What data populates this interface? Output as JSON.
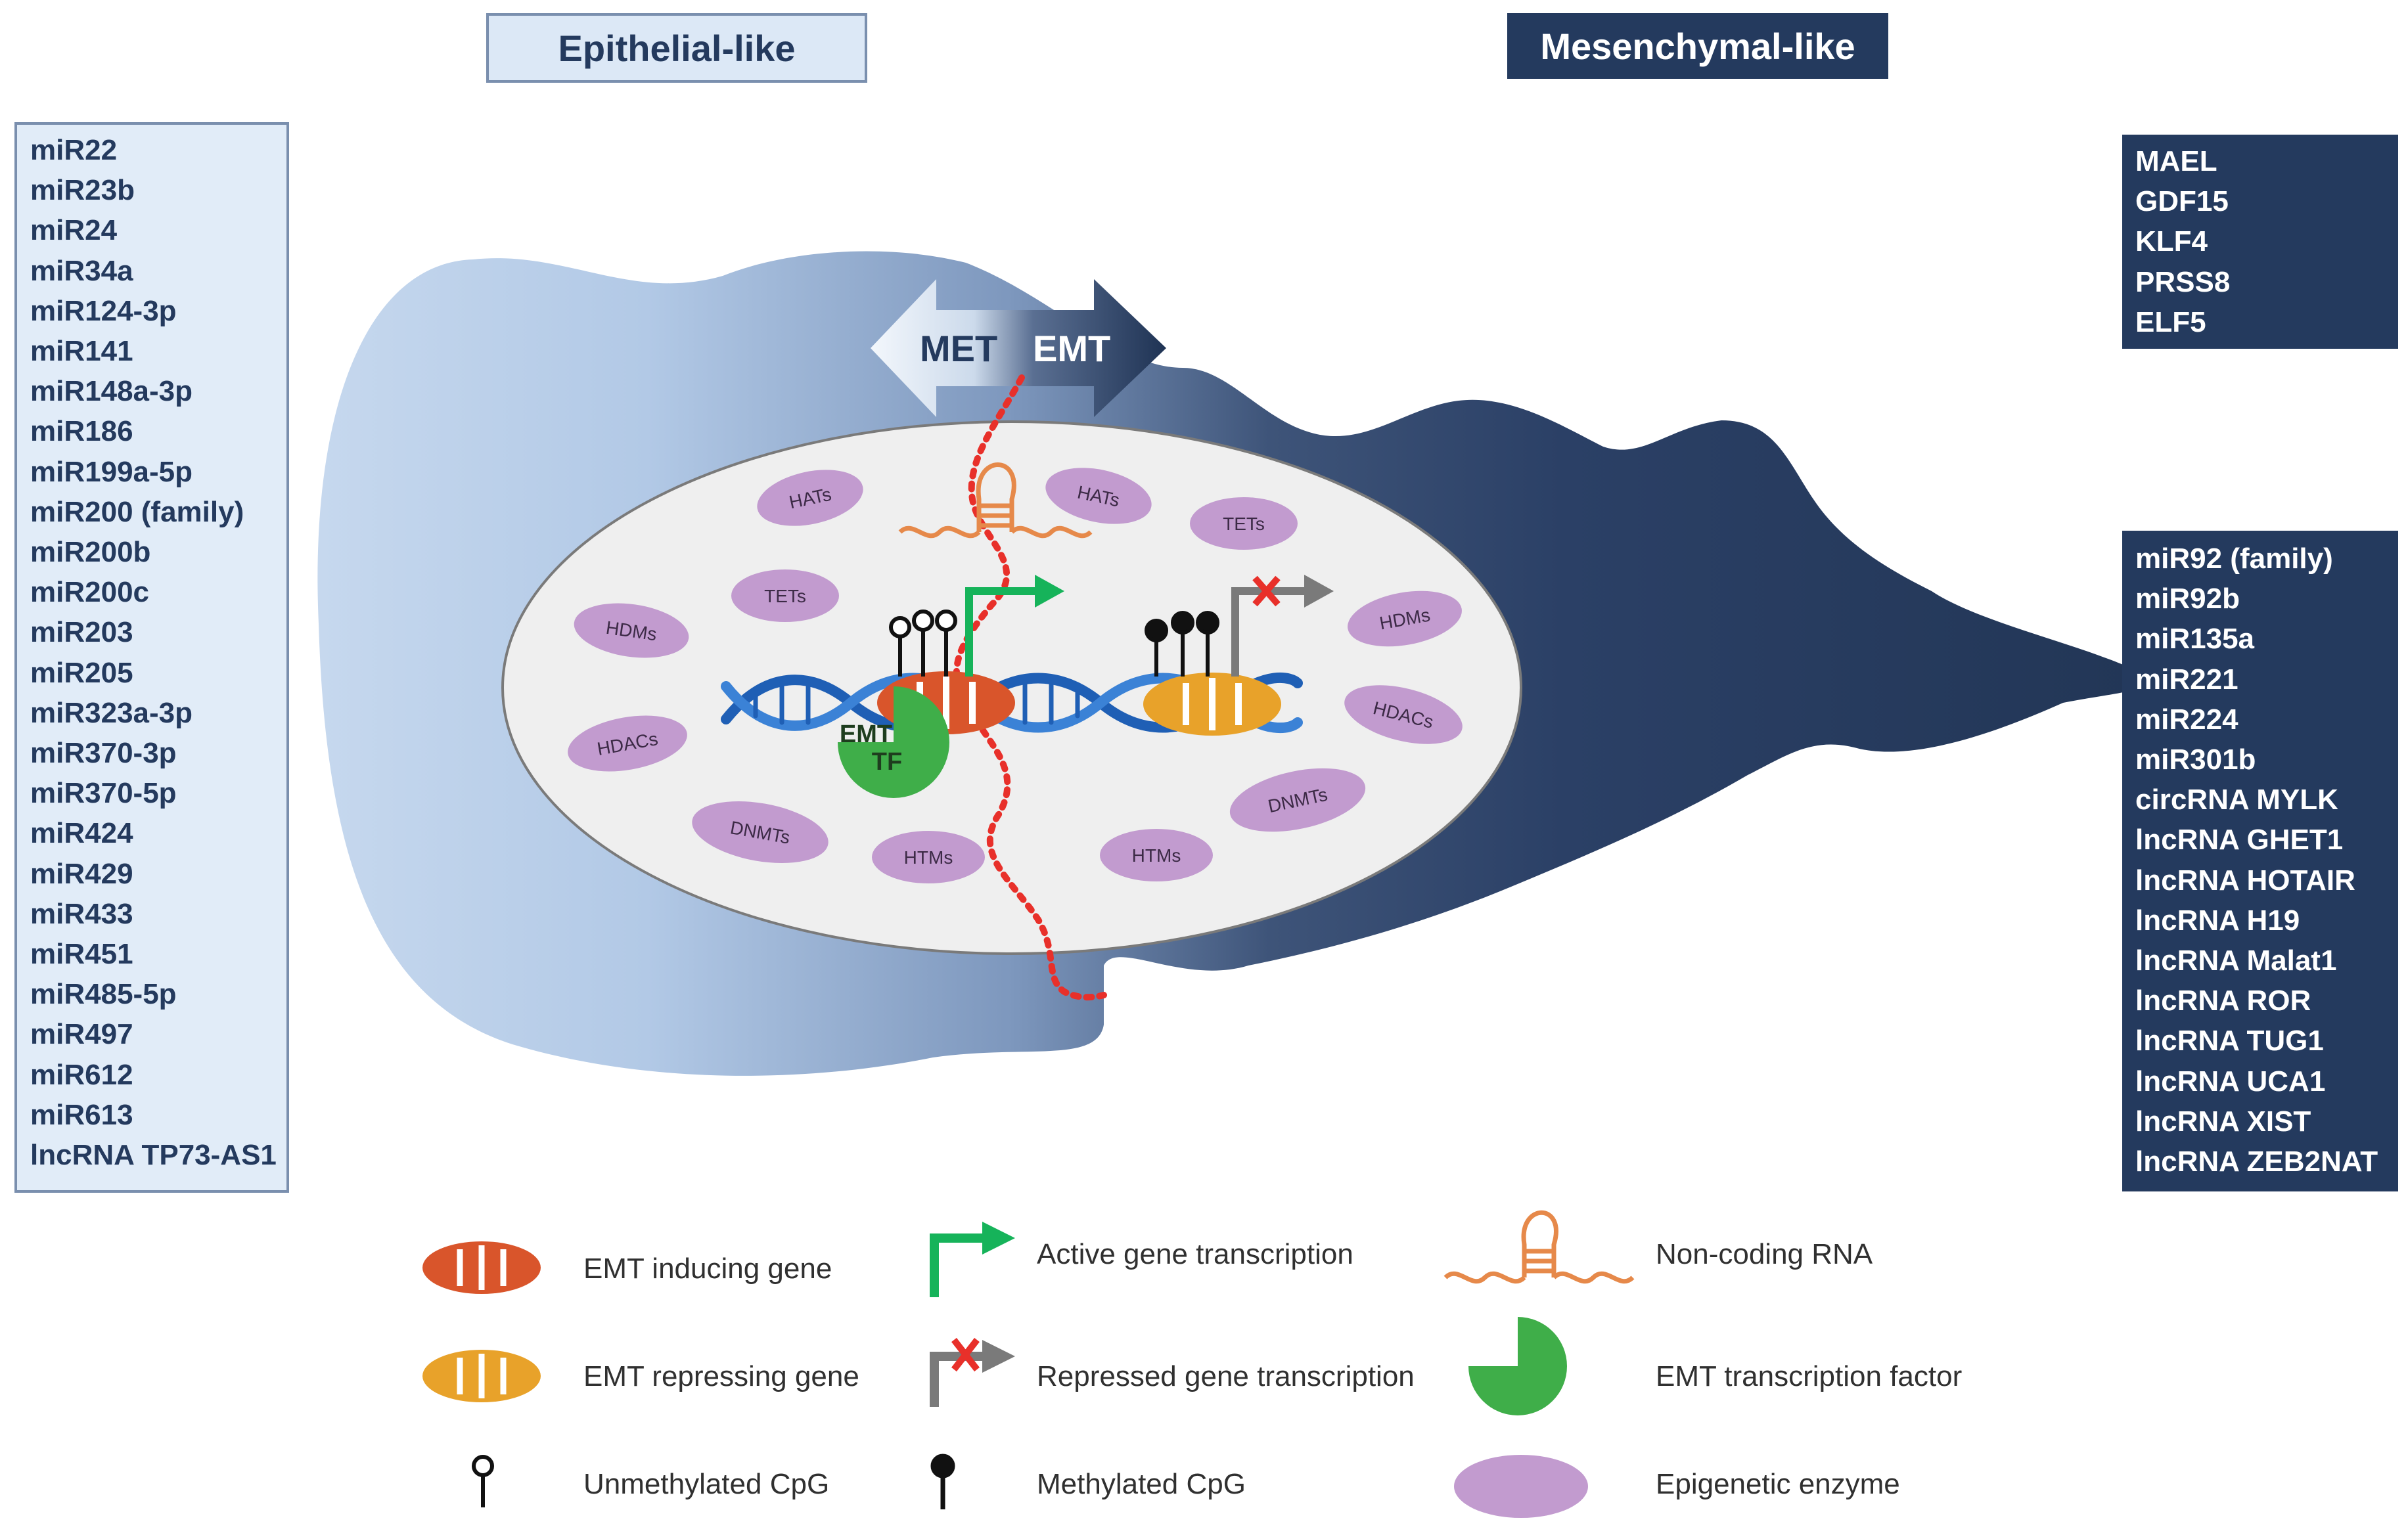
{
  "titles": {
    "epithelial": "Epithelial-like",
    "mesenchymal": "Mesenchymal-like"
  },
  "arrow": {
    "left": "MET",
    "right": "EMT"
  },
  "epithelial_list": [
    "miR22",
    "miR23b",
    "miR24",
    "miR34a",
    "miR124-3p",
    "miR141",
    "miR148a-3p",
    "miR186",
    "miR199a-5p",
    "miR200 (family)",
    "miR200b",
    "miR200c",
    "miR203",
    "miR205",
    "miR323a-3p",
    "miR370-3p",
    "miR370-5p",
    "miR424",
    "miR429",
    "miR433",
    "miR451",
    "miR485-5p",
    "miR497",
    "miR612",
    "miR613",
    "lncRNA TP73-AS1"
  ],
  "mesenchymal_genes": [
    "MAEL",
    "GDF15",
    "KLF4",
    "PRSS8",
    "ELF5"
  ],
  "mesenchymal_ncrna": [
    "miR92 (family)",
    "miR92b",
    "miR135a",
    "miR221",
    "miR224",
    "miR301b",
    "circRNA MYLK",
    "lncRNA GHET1",
    "lncRNA HOTAIR",
    "lncRNA H19",
    "lncRNA Malat1",
    "lncRNA ROR",
    "lncRNA TUG1",
    "lncRNA UCA1",
    "lncRNA XIST",
    "lncRNA ZEB2NAT"
  ],
  "enzymes": [
    "HATs",
    "HATs",
    "TETs",
    "TETs",
    "HDMs",
    "HDMs",
    "HDACs",
    "HDACs",
    "DNMTs",
    "DNMTs",
    "HTMs",
    "HTMs"
  ],
  "emt_tf": {
    "line1": "EMT",
    "line2": "TF"
  },
  "legend": {
    "emt_inducing_gene": "EMT inducing gene",
    "emt_repressing_gene": "EMT repressing gene",
    "unmethylated_cpg": "Unmethylated CpG",
    "active_transcription": "Active gene transcription",
    "repressed_transcription": "Repressed gene transcription",
    "methylated_cpg": "Methylated CpG",
    "non_coding_rna": "Non-coding RNA",
    "emt_transcription_factor": "EMT transcription factor",
    "epigenetic_enzyme": "Epigenetic enzyme"
  },
  "colors": {
    "navy": "#243a5e",
    "light_blue": "#dce8f6",
    "enzyme_purple": "#c29bcf",
    "inducing_orange_red": "#d9552b",
    "repressing_orange": "#e8a22a",
    "tf_green": "#3fae49",
    "active_arrow_green": "#16b35a",
    "repressed_x_red": "#e8302a",
    "dna_blue": "#1f5fb5",
    "ncrna_orange": "#e6894a"
  }
}
